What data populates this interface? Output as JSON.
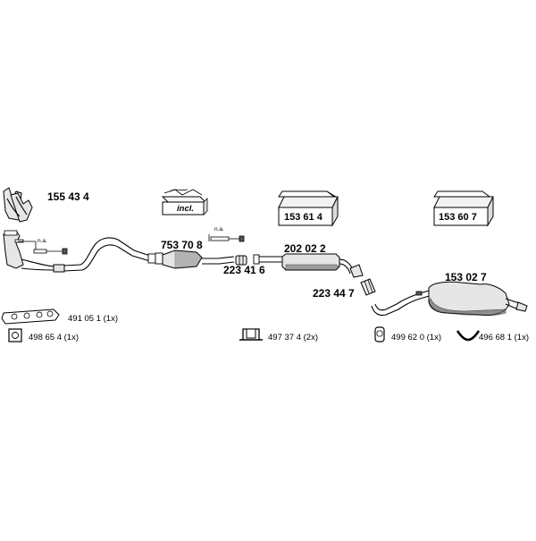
{
  "diagram": {
    "parts": {
      "manifold": "155 43 4",
      "catalyst": "753 70 8",
      "clamp_front": "223 41 6",
      "middle_silencer": "202 02 2",
      "clamp_rear": "223 44 7",
      "rear_silencer": "153 02 7"
    },
    "kits": {
      "kit_incl_label": "incl.",
      "box_middle": "153 61 4",
      "box_rear": "153 60 7"
    },
    "notes": {
      "na_front": "n.a.",
      "na_mid": "n.a."
    },
    "accessories": {
      "gasket_manifold": "491 05 1 (1x)",
      "gasket_square": "498 65 4 (1x)",
      "bracket": "497 37 4 (2x)",
      "rubber_ring": "499 62 0 (1x)",
      "hanger": "496 68 1 (1x)"
    }
  }
}
